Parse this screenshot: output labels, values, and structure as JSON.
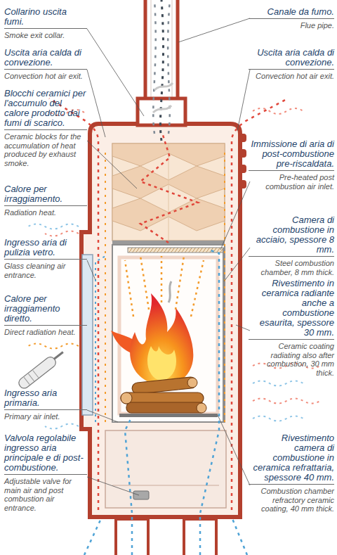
{
  "diagram": {
    "labels": [
      "Collarino uscita fumi.",
      "Smoke exit collar.",
      "Canale da fumo.",
      "Flue pipe.",
      "Uscita aria calda di convezione.",
      "Convection hot air exit.",
      "Uscita aria calda di convezione.",
      "Convection hot air exit.",
      "Blocchi ceramici per l'accumulo del calore prodotto dai fumi di scarico.",
      "Ceramic blocks for the accumulation of heat produced by exhaust smoke.",
      "Calore per irraggiamento.",
      "Radiation heat.",
      "Immissione di aria di post-combustione pre-riscaldata.",
      "Pre-heated post combustion air inlet.",
      "Ingresso aria di pulizia vetro.",
      "Glass cleaning air entrance.",
      "Camera di combustione in acciaio, spessore 8 mm.",
      "Steel combustion chamber, 8 mm thick.",
      "Calore per irraggiamento diretto.",
      "Direct radiation heat.",
      "Rivestimento in ceramica radiante anche a combustione esaurita, spessore 30 mm.",
      "Ceramic coating radiating also after combustion, 30 mm thick.",
      "Ingresso aria primaria.",
      "Primary air inlet.",
      "Valvola regolabile ingresso aria principale e di post-combustione.",
      "Adjustable valve for main air and post combustion air entrance.",
      "Rivestimento camera di combustione in ceramica refrattaria, spessore 40 mm.",
      "Combustion chamber refractory ceramic coating, 40 mm thick."
    ]
  }
}
